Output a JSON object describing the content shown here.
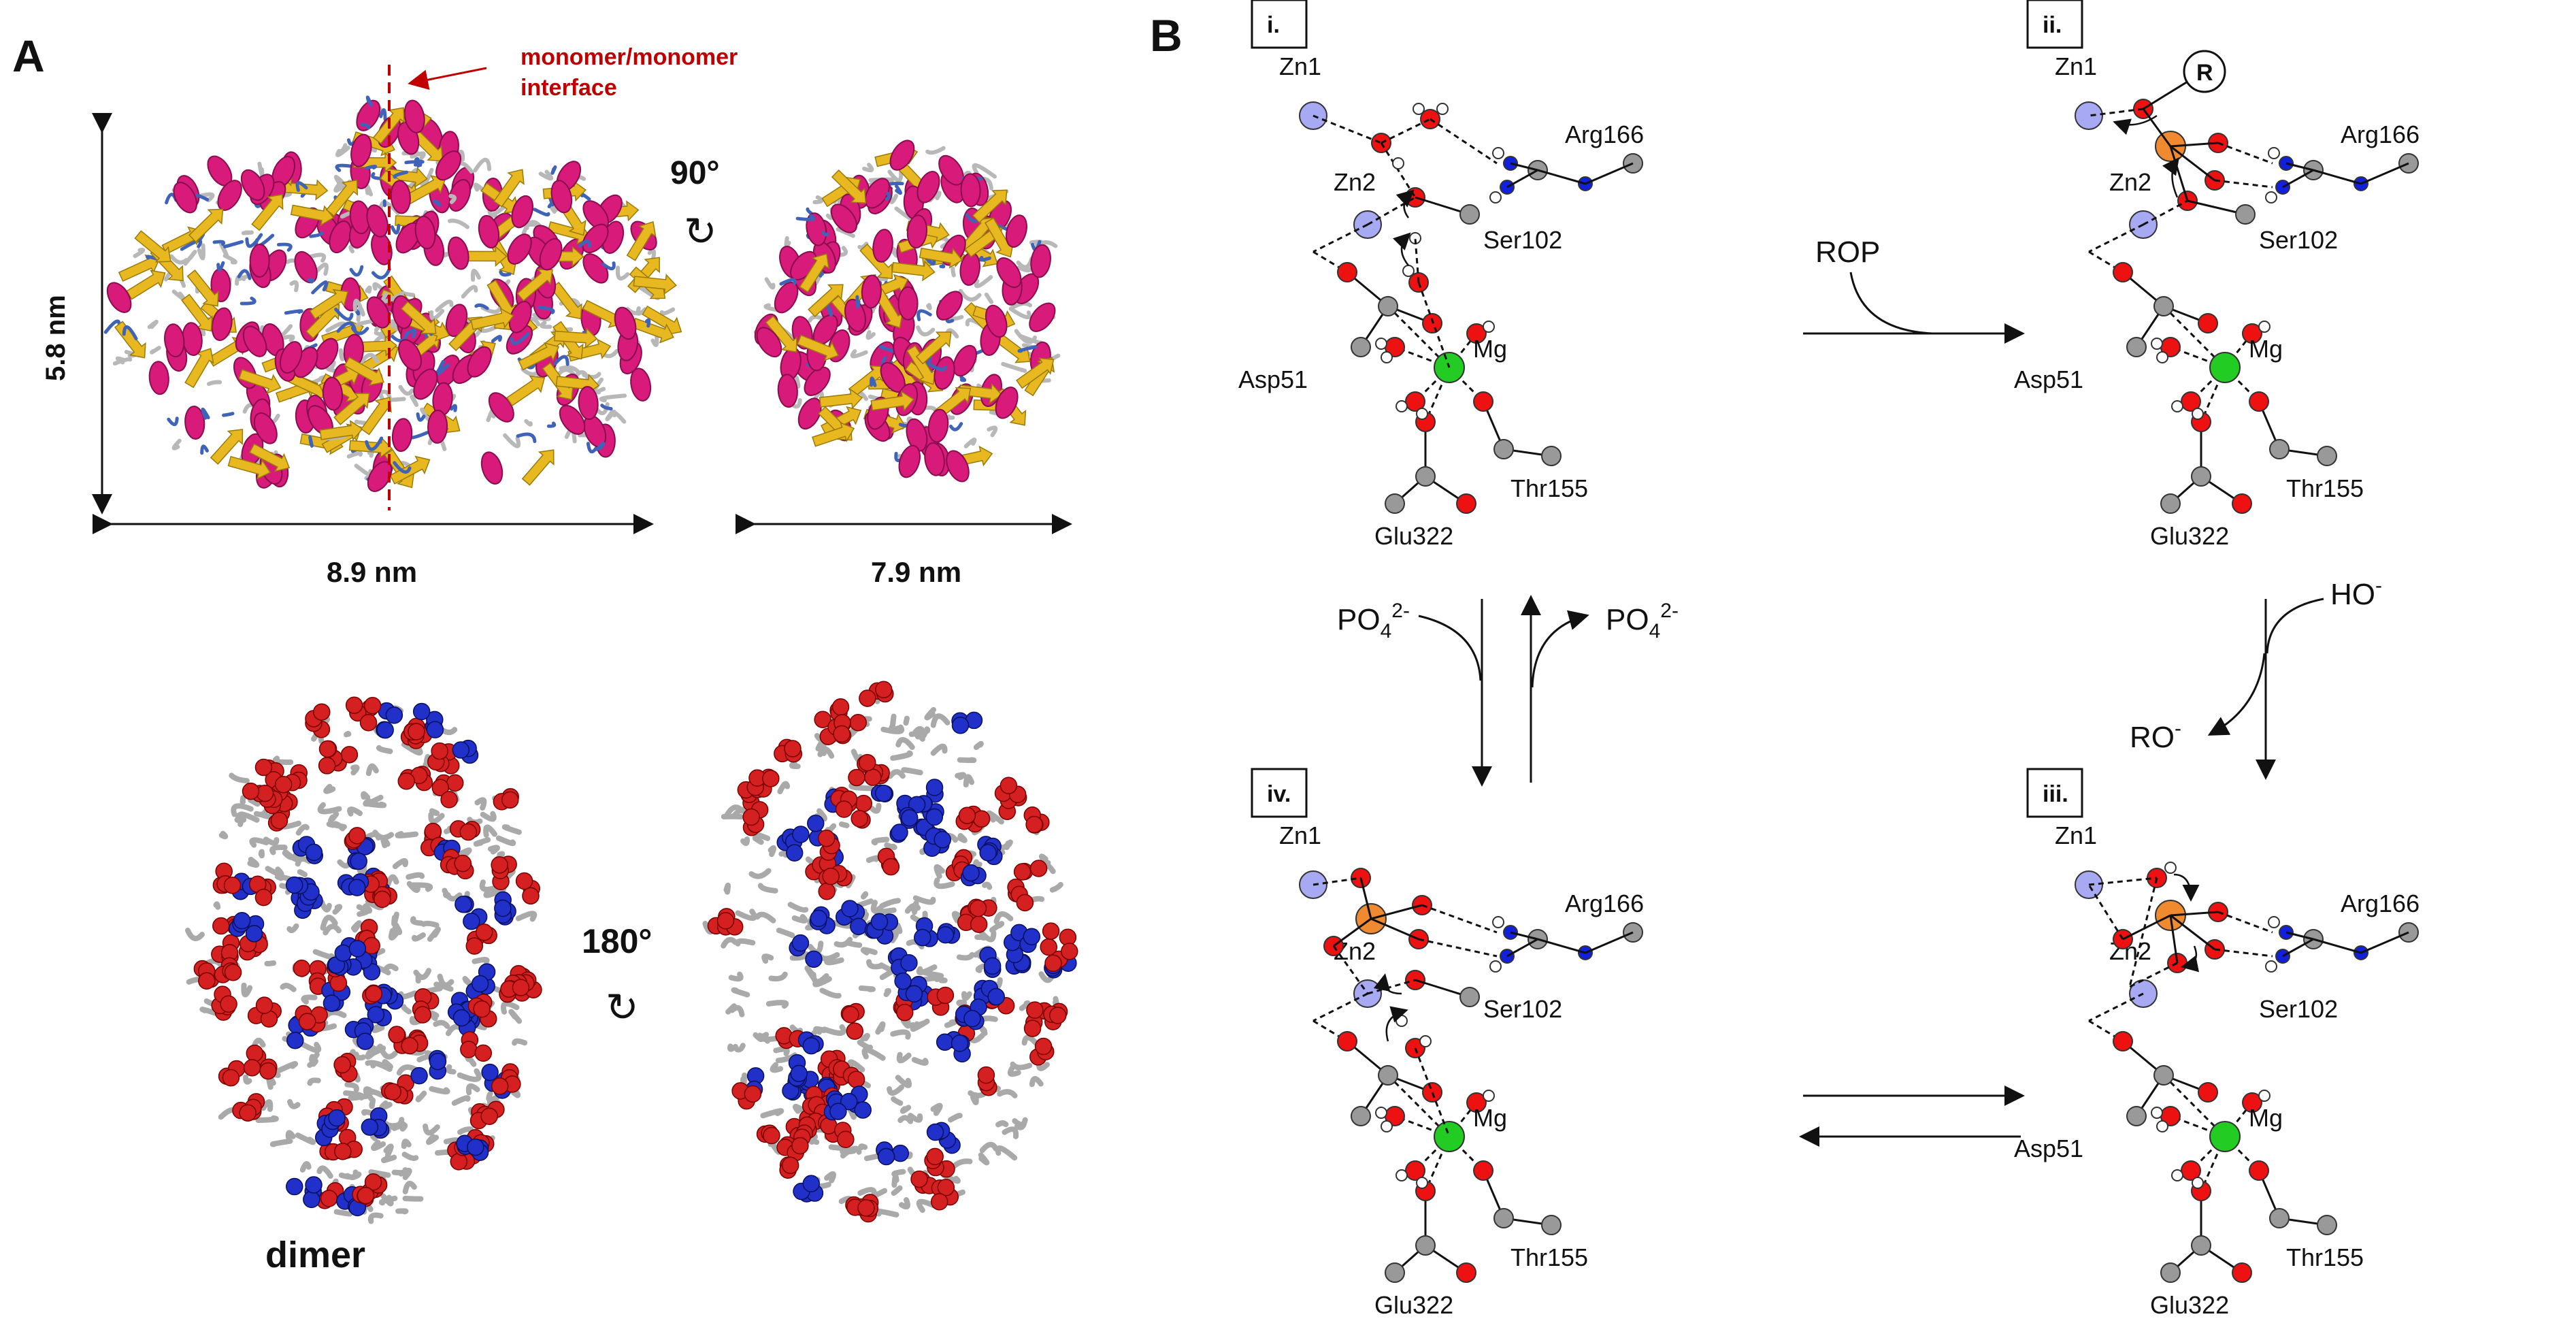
{
  "panel_a": {
    "letter": "A",
    "interface_label_line1": "monomer/monomer",
    "interface_label_line2": "interface",
    "height_label": "5.8 nm",
    "width_label": "8.9 nm",
    "side_width_label": "7.9 nm",
    "rotation_90": "90°",
    "rotation_180": "180°",
    "rotation_symbol": "↻",
    "dimer_label": "dimer",
    "colors": {
      "helix": "#d81b7a",
      "sheet": "#e8b820",
      "loop": "#3f63b8",
      "coil": "#b8b8b8",
      "acidic": "#d42020",
      "basic": "#2030c8"
    }
  },
  "panel_b": {
    "letter": "B",
    "states": [
      {
        "id": "i.",
        "labels": {
          "zn1": "Zn1",
          "zn2": "Zn2",
          "arg": "Arg166",
          "ser": "Ser102",
          "asp": "Asp51",
          "mg": "Mg",
          "thr": "Thr155",
          "glu": "Glu322"
        }
      },
      {
        "id": "ii.",
        "r_label": "R",
        "labels": {
          "zn1": "Zn1",
          "zn2": "Zn2",
          "arg": "Arg166",
          "ser": "Ser102",
          "asp": "Asp51",
          "mg": "Mg",
          "thr": "Thr155",
          "glu": "Glu322"
        }
      },
      {
        "id": "iii.",
        "labels": {
          "zn1": "Zn1",
          "zn2": "Zn2",
          "arg": "Arg166",
          "ser": "Ser102",
          "asp": "Asp51",
          "mg": "Mg",
          "thr": "Thr155",
          "glu": "Glu322"
        }
      },
      {
        "id": "iv.",
        "labels": {
          "zn1": "Zn1",
          "zn2": "Zn2",
          "arg": "Arg166",
          "ser": "Ser102",
          "mg": "Mg",
          "thr": "Thr155",
          "glu": "Glu322"
        }
      }
    ],
    "arrows": {
      "rop": "ROP",
      "po4_in": "PO",
      "po4_out": "PO",
      "po4_sub": "4",
      "po4_sup": "2-",
      "ho": "HO",
      "ro": "RO",
      "minus": "-"
    },
    "atom_colors": {
      "zinc": "#a7a9f2",
      "magnesium": "#22cc22",
      "phosphorus": "#f08a30",
      "oxygen": "#ee1111",
      "carbon": "#999999",
      "nitrogen": "#1020dd",
      "hydrogen": "#ffffff"
    }
  }
}
